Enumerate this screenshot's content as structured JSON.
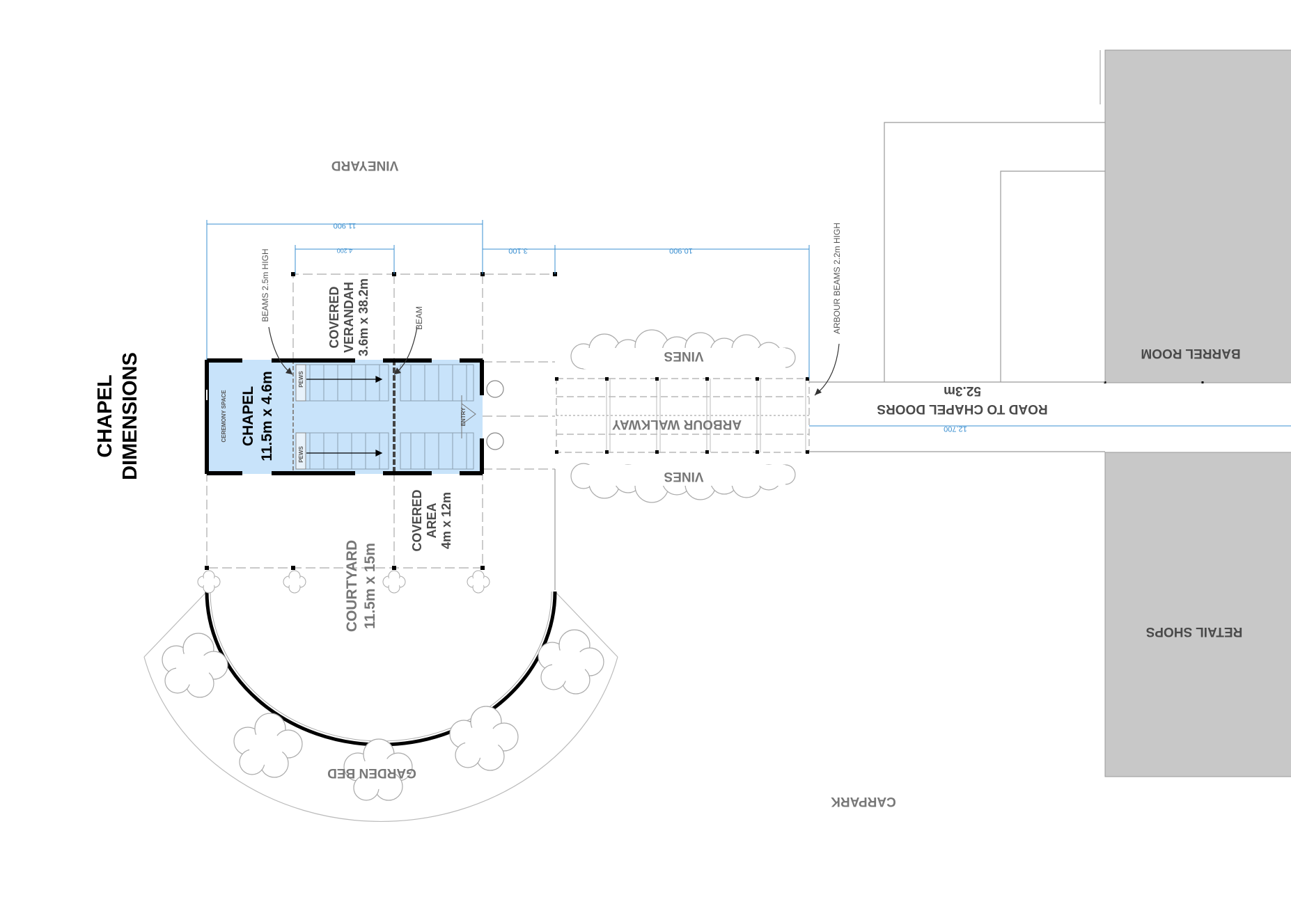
{
  "title_line1": "CHAPEL",
  "title_line2": "DIMENSIONS",
  "areas": {
    "vineyard": "VINEYARD",
    "barrel_room": "BARREL ROOM",
    "retail_shops": "RETAIL SHOPS",
    "carpark": "CARPARK",
    "garden_bed": "GARDEN BED",
    "vines_top": "VINES",
    "vines_bottom": "VINES",
    "arbour_walkway": "ARBOUR WALKWAY",
    "road_line1": "ROAD TO CHAPEL DOORS",
    "road_line2": "52.3m",
    "chapel_line1": "CHAPEL",
    "chapel_line2": "11.5m x 4.6m",
    "ceremony_space": "CEREMONY SPACE",
    "verandah_line1": "COVERED",
    "verandah_line2": "VERANDAH",
    "verandah_line3": "3.6m x 38.2m",
    "covered_area_line1": "COVERED",
    "covered_area_line2": "AREA",
    "covered_area_line3": "4m x 12m",
    "courtyard_line1": "COURTYARD",
    "courtyard_line2": "11.5m x 15m",
    "pews_top": "PEWS",
    "pews_bottom": "PEWS",
    "entry": "ENTRY"
  },
  "notes": {
    "beams_left": "BEAMS 2.5m HIGH",
    "beam": "BEAM",
    "arbour_beams": "ARBOUR BEAMS 2.2m HIGH"
  },
  "dimensions": {
    "overall": "11.900",
    "verandah_width": "4.200",
    "gap": "3.100",
    "arbour": "10.900",
    "road": "12.700"
  },
  "colors": {
    "chapel_fill": "#c8e3fa",
    "building_fill": "#c8c8c8",
    "dimension_line": "#3a8fd0",
    "label_grey": "#777777"
  }
}
